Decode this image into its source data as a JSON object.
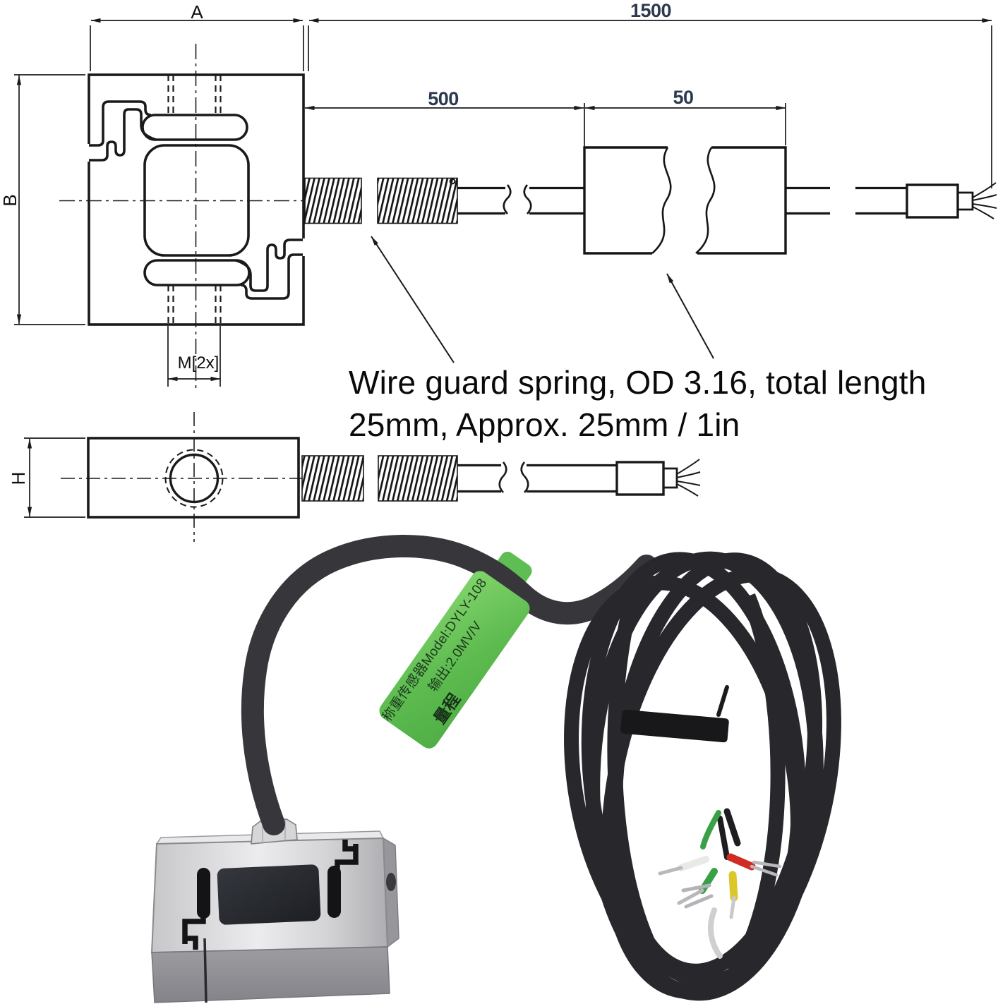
{
  "drawing": {
    "dim_width_label": "A",
    "dim_height_label": "B",
    "dim_side_height_label": "H",
    "dim_thread_label": "M[2x]",
    "dim_cable_total": "1500",
    "dim_spring_section": "500",
    "dim_sleeve_section": "50",
    "note_line1": "Wire guard spring, OD 3.16, total length",
    "note_line2": "25mm, Approx. 25mm / 1in"
  },
  "photo": {
    "tag_line1": "称重传感器Model:DYLY-108",
    "tag_line2": "输出:2.0MV/V",
    "tag_line3": "量程"
  },
  "colors": {
    "drawing_line": "#1a1a1a",
    "dim_number_text": "#2b3950",
    "tag_green": "#5dbb4f",
    "cable_black": "#37373b",
    "wire_red": "#cf2d22",
    "wire_green": "#3aa047",
    "wire_yellow": "#dcc728",
    "crimp_silver": "#b9b9bd"
  }
}
